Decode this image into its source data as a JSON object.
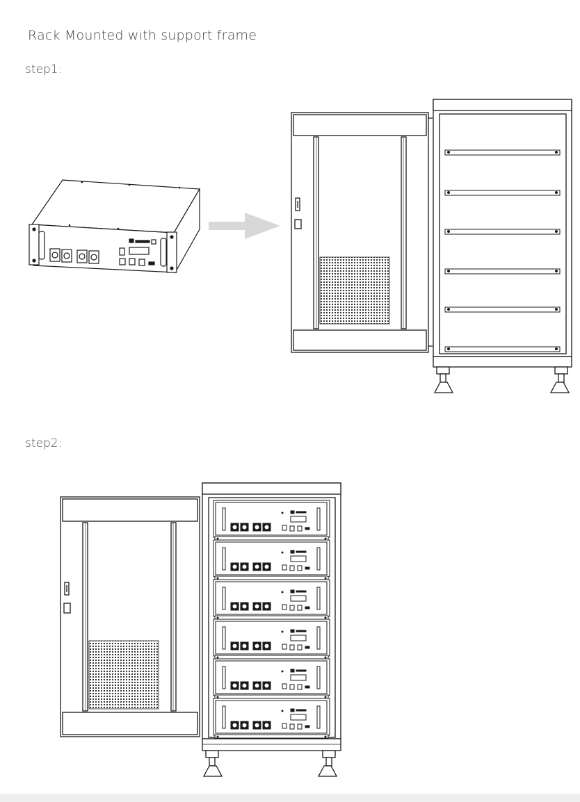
{
  "heading": "Rack Mounted with support frame",
  "steps": [
    {
      "label": "step1:"
    },
    {
      "label": "step2:"
    }
  ],
  "illustrations": {
    "step1": [
      "battery-module",
      "arrow-right",
      "cabinet-door-open",
      "cabinet-frame-empty"
    ],
    "step2": [
      "cabinet-door-open",
      "cabinet-frame-loaded"
    ],
    "loaded_module_count": 6,
    "empty_shelf_count": 6
  },
  "colors": {
    "line": "#1a1a1a",
    "arrow": "#d8d8d8",
    "footer": "#efefef"
  }
}
